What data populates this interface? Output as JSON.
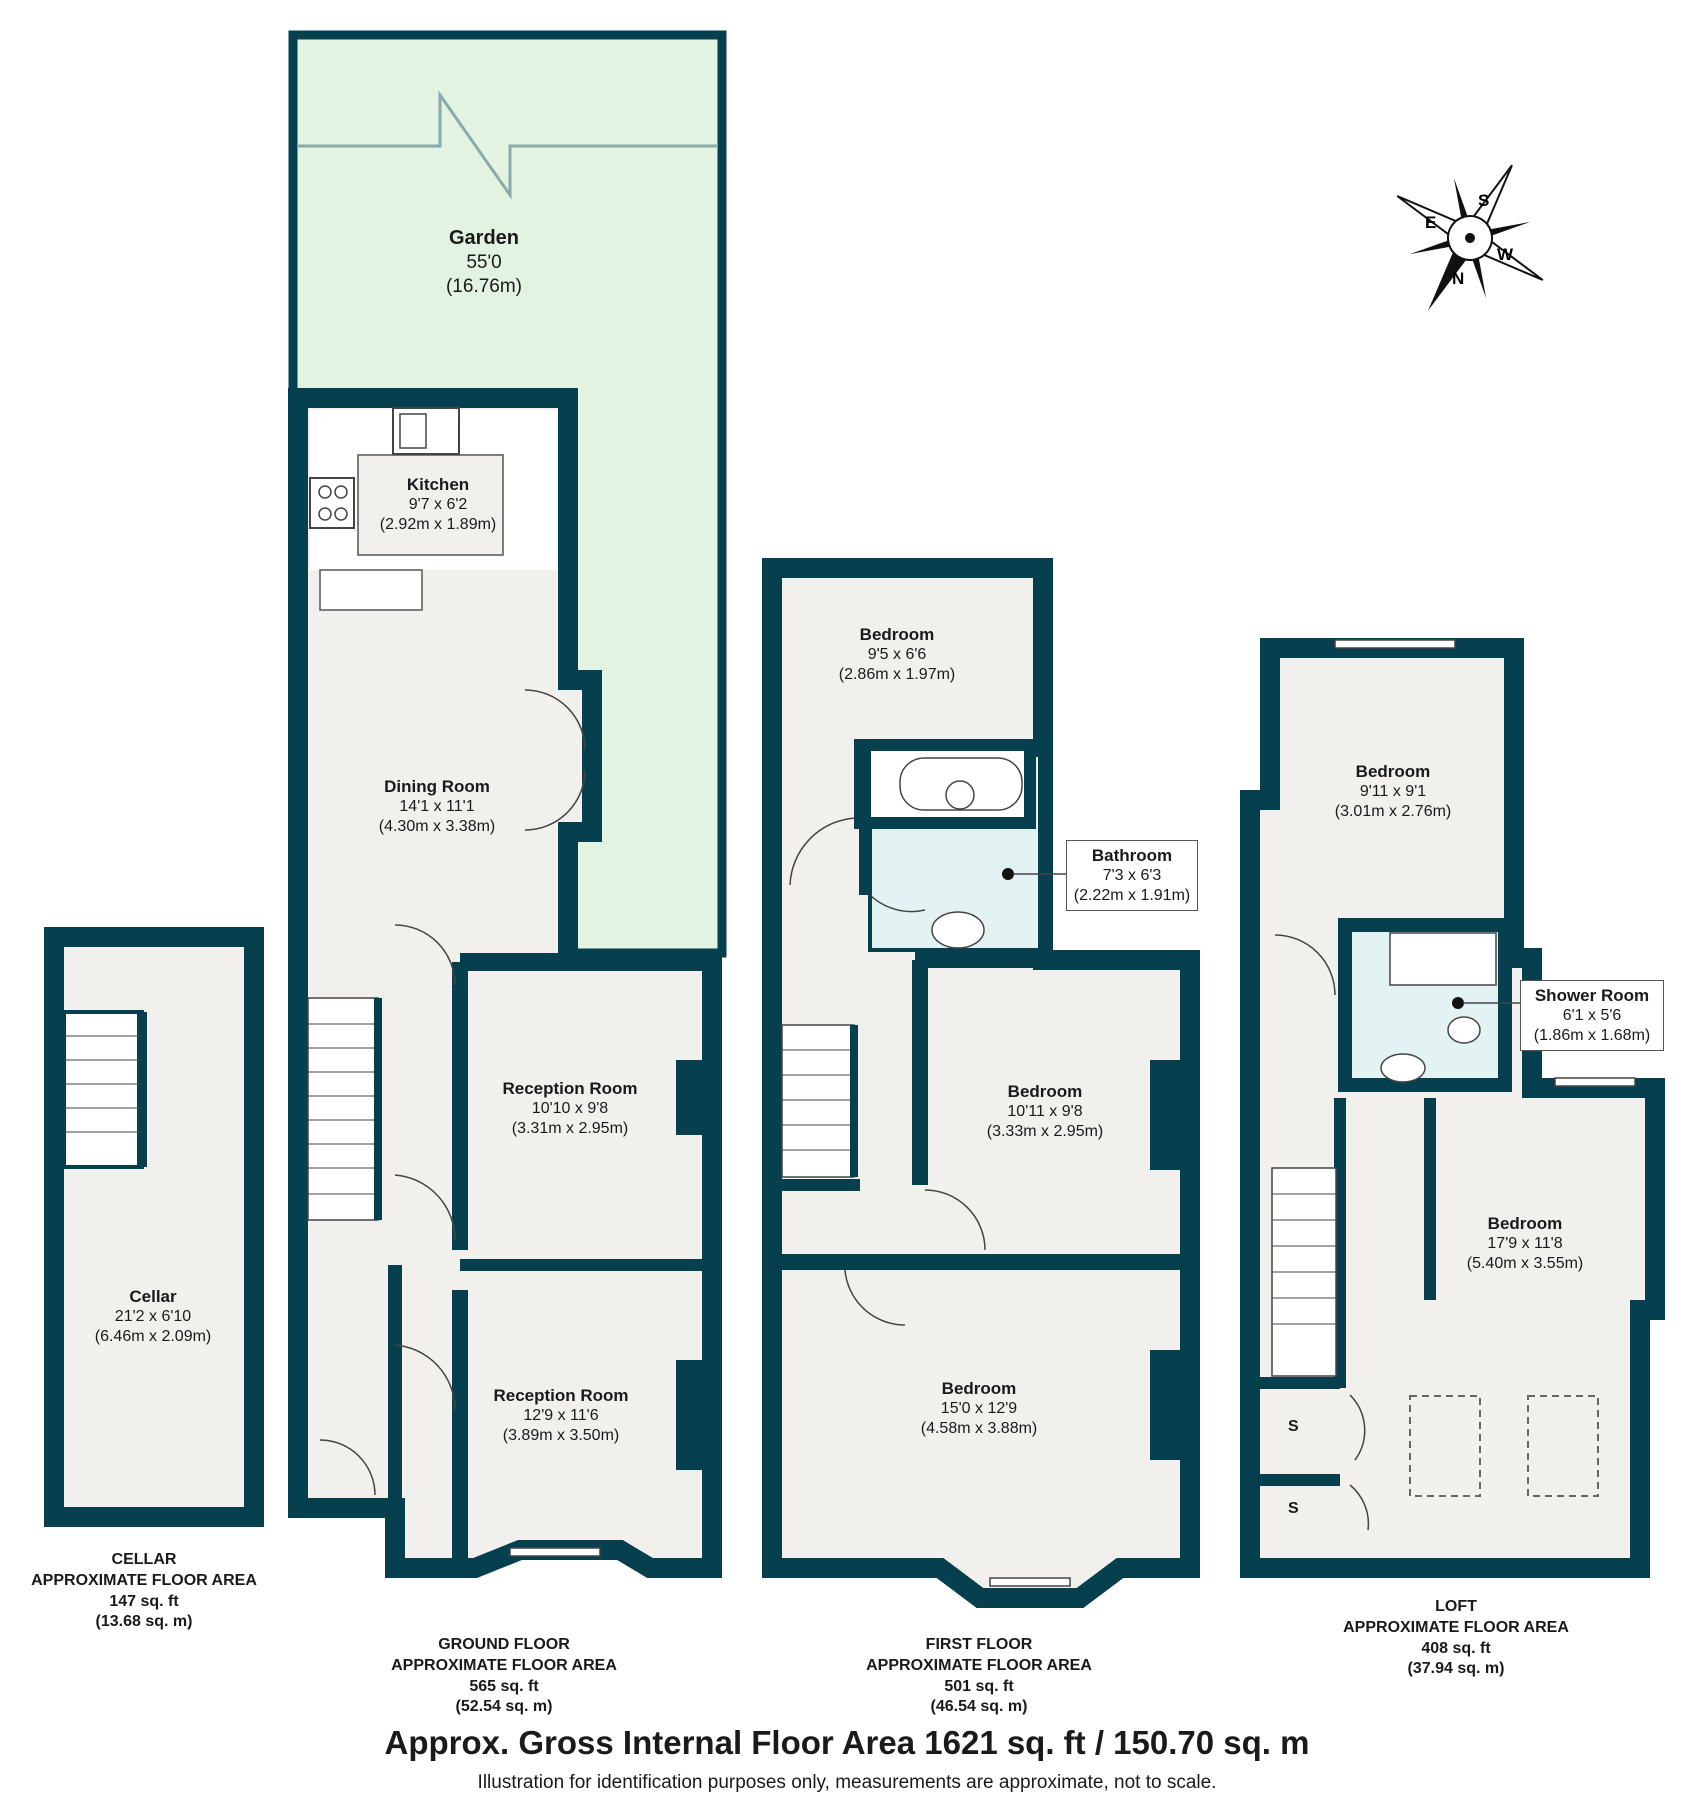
{
  "colors": {
    "wall": "#063f4d",
    "floor": "#f2f0ed",
    "garden": "#e2f3e2",
    "bath": "#e3f2f3"
  },
  "rooms": {
    "garden": {
      "name": "Garden",
      "dims": "55'0",
      "metric": "(16.76m)"
    },
    "kitchen": {
      "name": "Kitchen",
      "dims": "9'7 x 6'2",
      "metric": "(2.92m x 1.89m)"
    },
    "dining": {
      "name": "Dining Room",
      "dims": "14'1 x 11'1",
      "metric": "(4.30m x 3.38m)"
    },
    "reception1": {
      "name": "Reception Room",
      "dims": "10'10 x 9'8",
      "metric": "(3.31m x 2.95m)"
    },
    "reception2": {
      "name": "Reception Room",
      "dims": "12'9 x 11'6",
      "metric": "(3.89m x 3.50m)"
    },
    "cellar": {
      "name": "Cellar",
      "dims": "21'2 x 6'10",
      "metric": "(6.46m x 2.09m)"
    },
    "ff_bed_small": {
      "name": "Bedroom",
      "dims": "9'5 x 6'6",
      "metric": "(2.86m x 1.97m)"
    },
    "ff_bathroom": {
      "name": "Bathroom",
      "dims": "7'3 x 6'3",
      "metric": "(2.22m x 1.91m)"
    },
    "ff_bed_mid": {
      "name": "Bedroom",
      "dims": "10'11 x 9'8",
      "metric": "(3.33m x 2.95m)"
    },
    "ff_bed_front": {
      "name": "Bedroom",
      "dims": "15'0 x 12'9",
      "metric": "(4.58m x 3.88m)"
    },
    "loft_bed_rear": {
      "name": "Bedroom",
      "dims": "9'11 x 9'1",
      "metric": "(3.01m x 2.76m)"
    },
    "loft_shower": {
      "name": "Shower Room",
      "dims": "6'1 x 5'6",
      "metric": "(1.86m x 1.68m)"
    },
    "loft_bed_main": {
      "name": "Bedroom",
      "dims": "17'9 x 11'8",
      "metric": "(5.40m x 3.55m)"
    }
  },
  "storage_label": "S",
  "compass": {
    "n": "N",
    "e": "E",
    "s": "S",
    "w": "W"
  },
  "floors": {
    "cellar": {
      "name": "CELLAR",
      "label": "APPROXIMATE FLOOR AREA",
      "sqft": "147 sq. ft",
      "sqm": "(13.68 sq. m)"
    },
    "ground": {
      "name": "GROUND FLOOR",
      "label": "APPROXIMATE FLOOR AREA",
      "sqft": "565 sq. ft",
      "sqm": "(52.54 sq. m)"
    },
    "first": {
      "name": "FIRST FLOOR",
      "label": "APPROXIMATE FLOOR AREA",
      "sqft": "501 sq. ft",
      "sqm": "(46.54 sq. m)"
    },
    "loft": {
      "name": "LOFT",
      "label": "APPROXIMATE FLOOR AREA",
      "sqft": "408 sq. ft",
      "sqm": "(37.94 sq. m)"
    }
  },
  "gross_area": "Approx. Gross Internal Floor Area 1621 sq. ft / 150.70 sq. m",
  "disclaimer": "Illustration for identification purposes only, measurements are approximate, not to scale."
}
